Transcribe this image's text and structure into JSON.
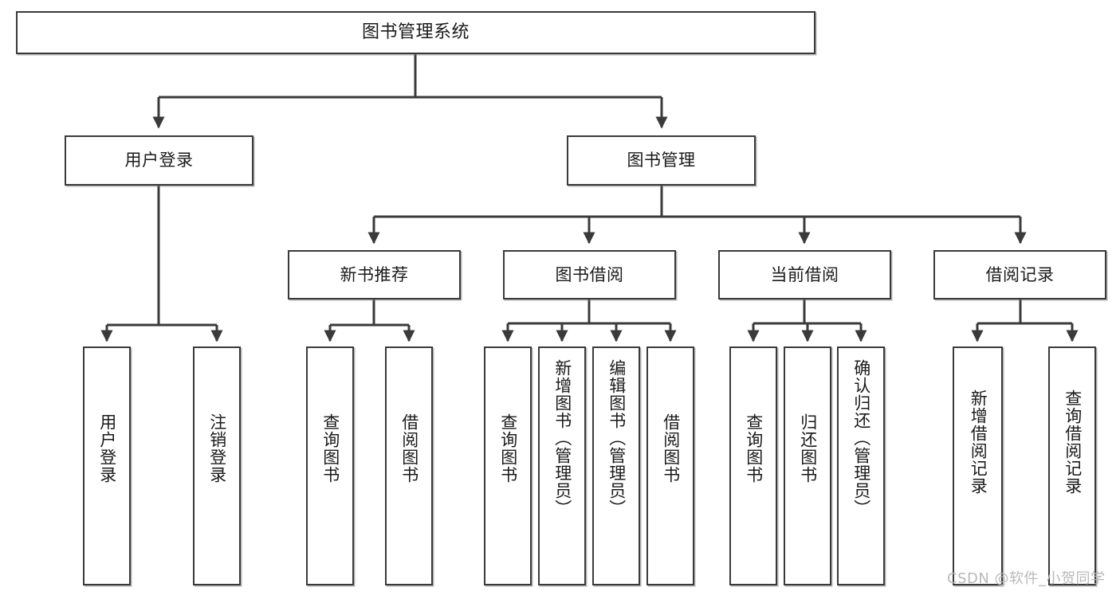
{
  "diagram": {
    "title": "图书管理系统",
    "watermark": "CSDN @软件_小贺同学",
    "root": {
      "label": "图书管理系统"
    },
    "level2": [
      {
        "label": "用户登录"
      },
      {
        "label": "图书管理"
      }
    ],
    "level3": [
      {
        "label": "新书推荐"
      },
      {
        "label": "图书借阅"
      },
      {
        "label": "当前借阅"
      },
      {
        "label": "借阅记录"
      }
    ],
    "leaves": {
      "user_login": [
        {
          "label": "用户登录"
        },
        {
          "label": "注销登录"
        }
      ],
      "new_book_recommend": [
        {
          "label": "查询图书"
        },
        {
          "label": "借阅图书"
        }
      ],
      "book_borrow": [
        {
          "label": "查询图书"
        },
        {
          "label": "新增图书（管理员）"
        },
        {
          "label": "编辑图书（管理员）"
        },
        {
          "label": "借阅图书"
        }
      ],
      "current_borrow": [
        {
          "label": "查询图书"
        },
        {
          "label": "归还图书"
        },
        {
          "label": "确认归还（管理员）"
        }
      ],
      "borrow_record": [
        {
          "label": "新增借阅记录"
        },
        {
          "label": "查询借阅记录"
        }
      ]
    },
    "colors": {
      "stroke": "#3a3a3a",
      "background": "#ffffff",
      "text": "#1a1a1a",
      "watermark": "#b9b9b9"
    }
  }
}
